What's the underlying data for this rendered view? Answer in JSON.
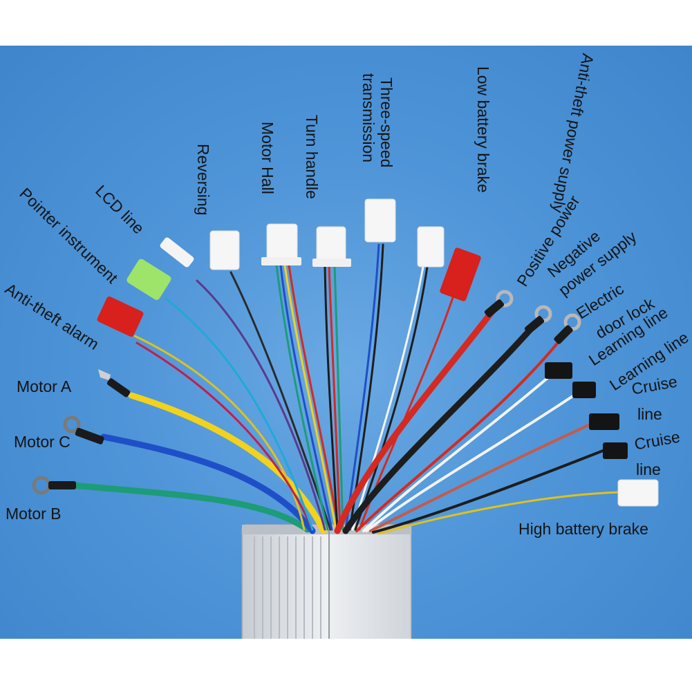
{
  "labels": {
    "motor_a": "Motor A",
    "motor_c": "Motor C",
    "motor_b": "Motor B",
    "anti_theft_alarm": "Anti-theft alarm",
    "pointer_instrument": "Pointer instrument",
    "lcd_line": "LCD line",
    "reversing": "Reversing",
    "motor_hall": "Motor Hall",
    "turn_handle": "Turn handle",
    "three_speed_1": "Three-speed",
    "three_speed_2": "transmission",
    "low_battery_brake": "Low battery brake",
    "anti_theft_power_supply": "Anti-theft power supply",
    "positive_power": "Positive power",
    "negative_1": "Negative",
    "negative_2": "power supply",
    "electric_1": "Electric",
    "electric_2": "door lock",
    "learning_line_1": "Learning line",
    "learning_line_2": "Learning line",
    "cruise_1a": "Cruise",
    "cruise_1b": "line",
    "cruise_2a": "Cruise",
    "cruise_2b": "line",
    "high_battery_brake": "High battery brake"
  },
  "colors": {
    "background": "#4a8fd6",
    "controller_body": "#d9dde2",
    "wire_red": "#d42a22",
    "wire_black": "#1d1d1d",
    "wire_yellow": "#f2d21c",
    "wire_blue": "#1f4fc8",
    "wire_green": "#1d9c78",
    "wire_white": "#f4f4f4",
    "connector_red": "#d8201c",
    "connector_green": "#9ee36a"
  }
}
